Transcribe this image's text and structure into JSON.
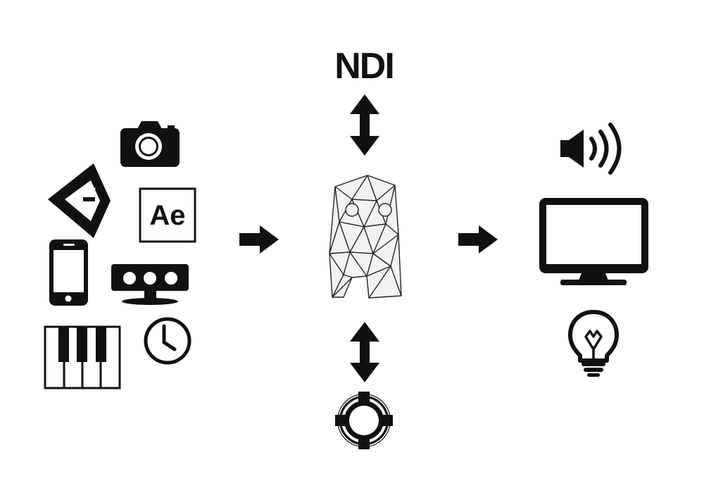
{
  "diagram": {
    "top_label": "NDI",
    "ae_label": "Ae",
    "colors": {
      "ink": "#111111",
      "background": "#ffffff",
      "hub_fill": "#f2f2f2"
    },
    "inputs": [
      "camera-icon",
      "unity-icon",
      "after-effects-icon",
      "smartphone-icon",
      "depth-camera-icon",
      "piano-keyboard-icon",
      "clock-icon"
    ],
    "outputs": [
      "speaker-icon",
      "monitor-icon",
      "light-bulb-icon"
    ],
    "hub": "polygonal-character-icon",
    "connectors": [
      "left-arrow",
      "right-arrow",
      "top-double-arrow",
      "bottom-double-arrow"
    ],
    "bottom_device": "ring-connector-icon"
  }
}
